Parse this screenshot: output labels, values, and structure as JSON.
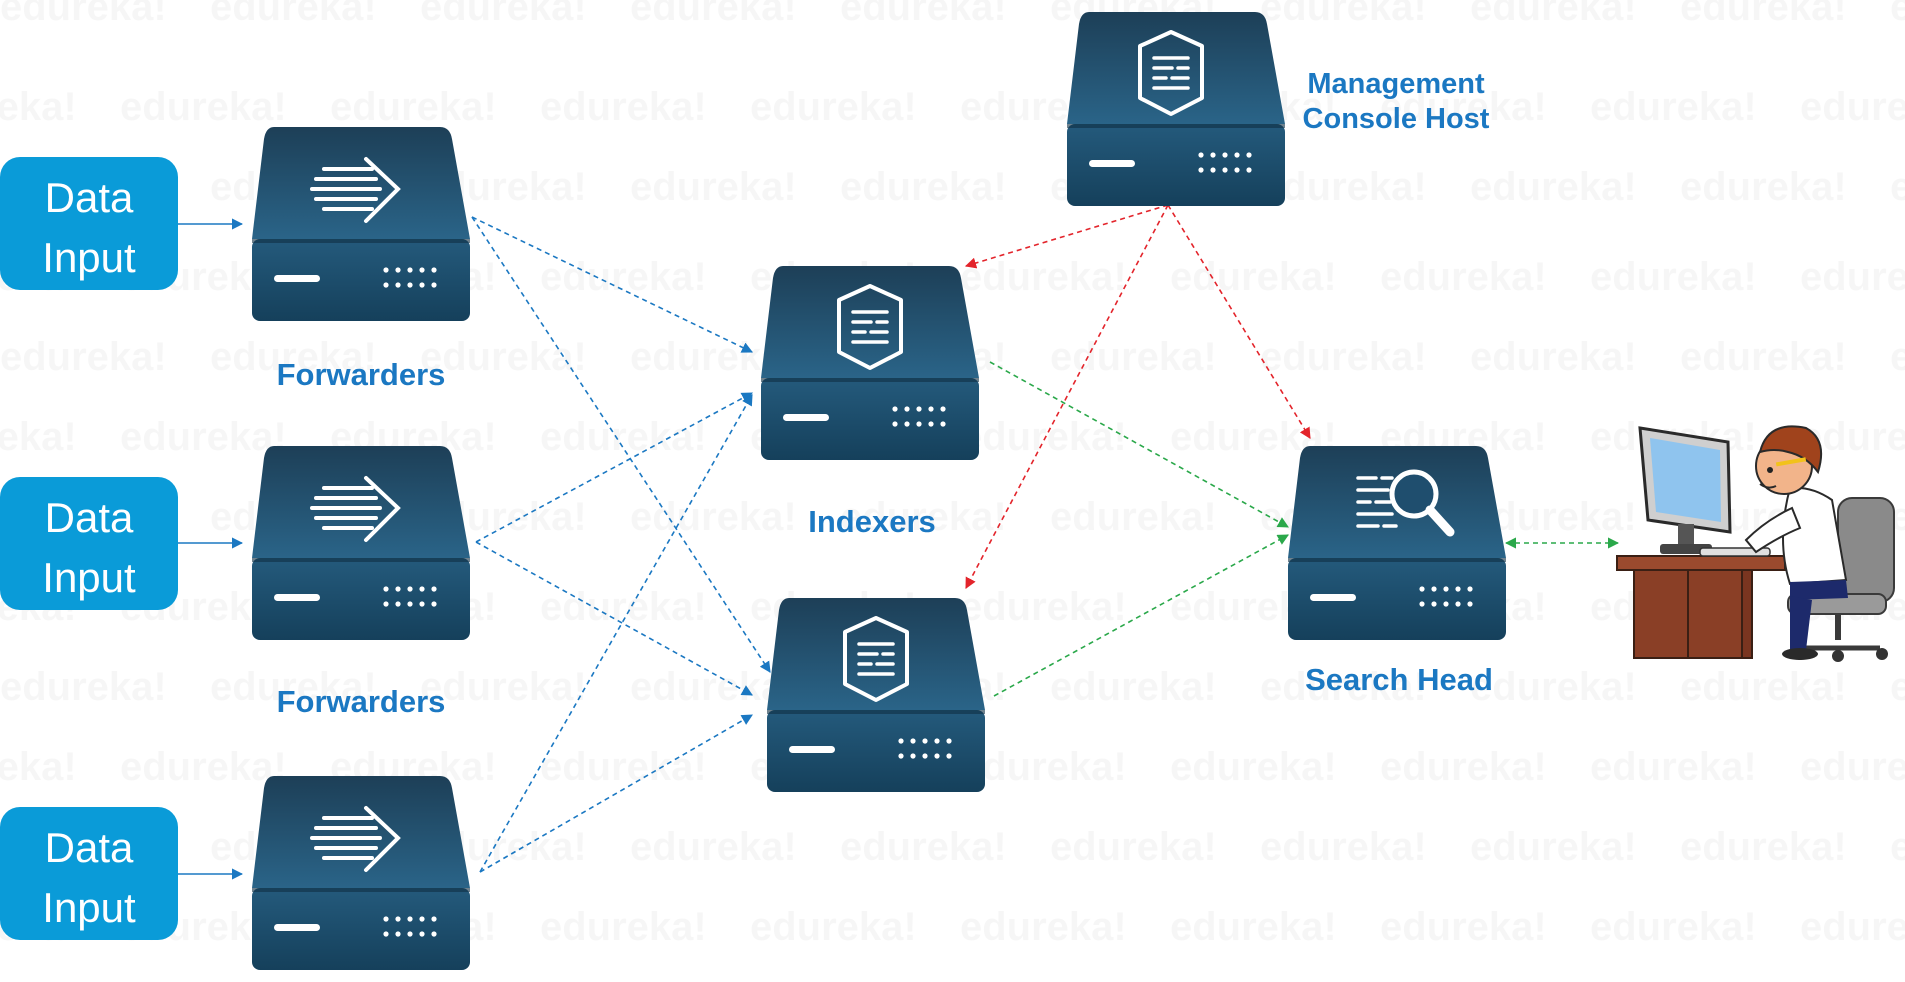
{
  "watermark": "edureka!",
  "inputs": [
    {
      "line1": "Data",
      "line2": "Input"
    },
    {
      "line1": "Data",
      "line2": "Input"
    },
    {
      "line1": "Data",
      "line2": "Input"
    }
  ],
  "labels": {
    "forwarders_1": "Forwarders",
    "forwarders_2": "Forwarders",
    "indexers": "Indexers",
    "management_line1": "Management",
    "management_line2": "Console Host",
    "search_head": "Search Head"
  },
  "colors": {
    "input_box": "#0a9bd8",
    "label_text": "#1b78c2",
    "server_top": "#1f4e6e",
    "server_bottom": "#13384f",
    "arrow_blue": "#1b78c2",
    "arrow_red": "#e3242b",
    "arrow_green": "#2aa84a"
  },
  "icons": {
    "forwarder": "forward-arrow-icon",
    "indexer": "document-shield-icon",
    "management": "document-shield-icon",
    "search_head": "magnifier-search-icon",
    "user": "person-at-computer-illustration"
  }
}
